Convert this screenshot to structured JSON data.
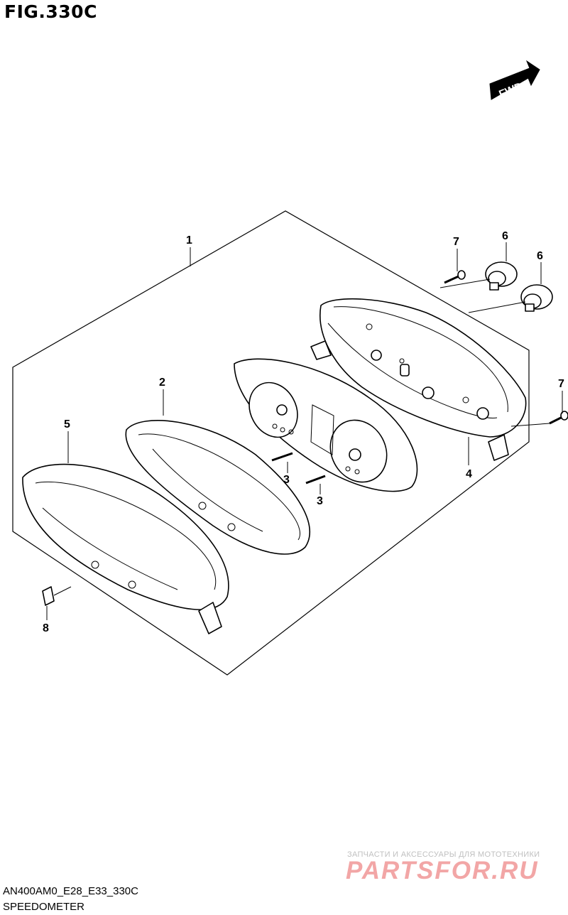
{
  "figure": {
    "title": "FIG.330C"
  },
  "orientation": {
    "label": "FWD"
  },
  "callouts": {
    "c1": "1",
    "c2": "2",
    "c3a": "3",
    "c3b": "3",
    "c4": "4",
    "c5": "5",
    "c6a": "6",
    "c6b": "6",
    "c7a": "7",
    "c7b": "7",
    "c8": "8"
  },
  "watermark": {
    "tagline": "ЗАПЧАСТИ И АКСЕССУАРЫ ДЛЯ МОТОТЕХНИКИ",
    "brand": "PARTSFOR.RU"
  },
  "footer": {
    "code": "AN400AM0_E28_E33_330C",
    "name": "SPEEDOMETER"
  }
}
